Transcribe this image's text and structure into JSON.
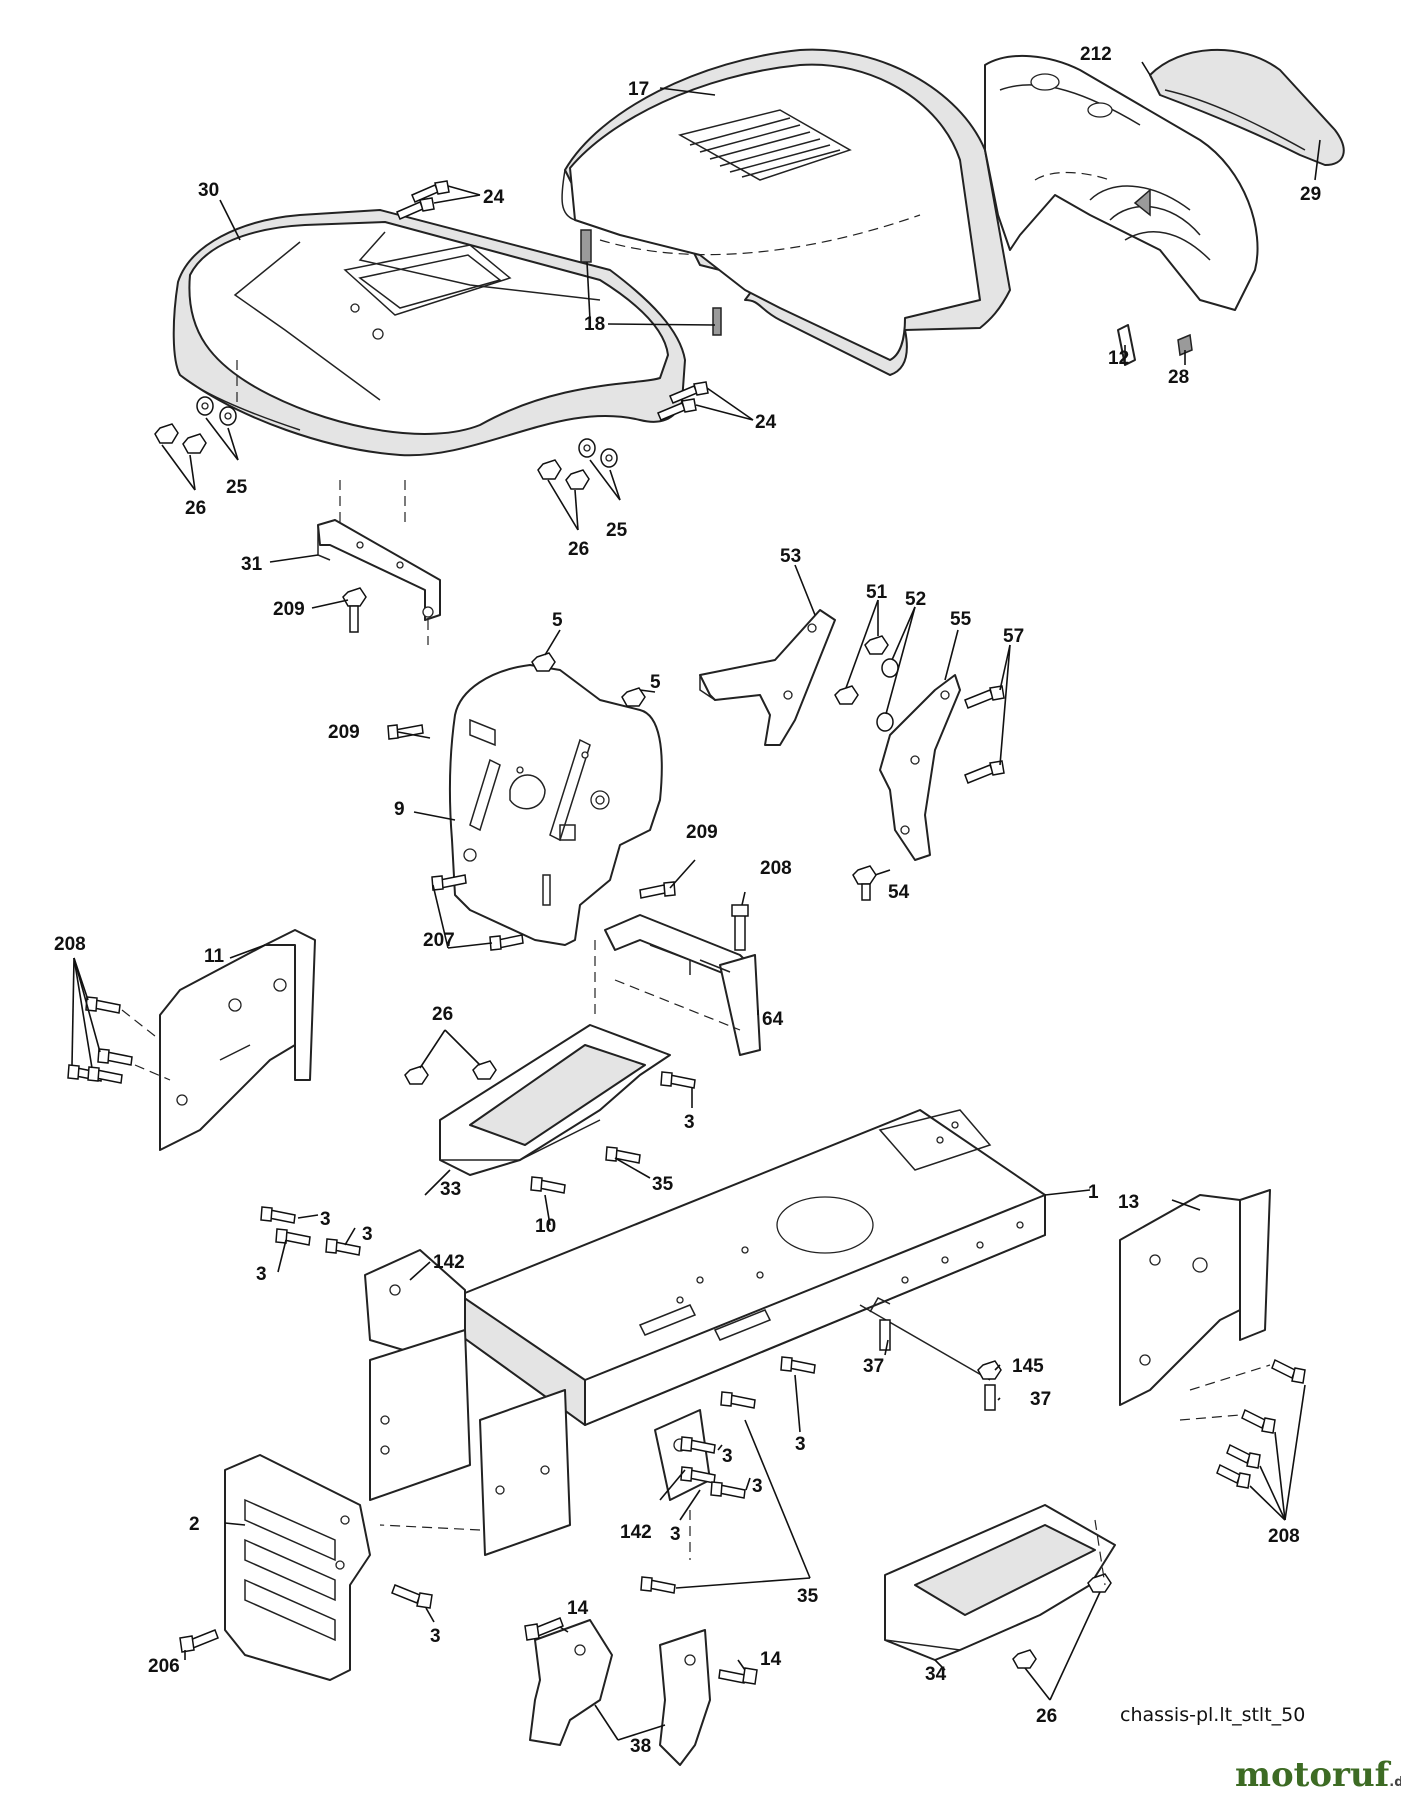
{
  "caption": "chassis-pl.lt_stlt_50",
  "brand": {
    "name_main": "motoruf",
    "name_suffix": ".de",
    "color_main": "#3d6b24",
    "color_accent": "#e39b1a"
  },
  "labels": {
    "l17": "17",
    "l212": "212",
    "l29": "29",
    "l30": "30",
    "l24a": "24",
    "l18": "18",
    "l12": "12",
    "l28": "28",
    "l24b": "24",
    "l25a": "25",
    "l26a": "26",
    "l26b": "26",
    "l25b": "25",
    "l31": "31",
    "l209a": "209",
    "l53": "53",
    "l51": "51",
    "l52": "52",
    "l55": "55",
    "l57": "57",
    "l5a": "5",
    "l5b": "5",
    "l209b": "209",
    "l9": "9",
    "l209c": "209",
    "l208a": "208",
    "l54": "54",
    "l207": "207",
    "l11": "11",
    "l208b": "208",
    "l64": "64",
    "l26c": "26",
    "l3a": "3",
    "l35a": "35",
    "l33": "33",
    "l10": "10",
    "l1": "1",
    "l13": "13",
    "l3b": "3",
    "l3c": "3",
    "l3d": "3",
    "l142a": "142",
    "l37a": "37",
    "l145": "145",
    "l37b": "37",
    "l3e": "3",
    "l3f": "3",
    "l3g": "3",
    "l142b": "142",
    "l3h": "3",
    "l2": "2",
    "l3i": "3",
    "l206": "206",
    "l35b": "35",
    "l208c": "208",
    "l14a": "14",
    "l14b": "14",
    "l34": "34",
    "l38": "38",
    "l26d": "26"
  }
}
